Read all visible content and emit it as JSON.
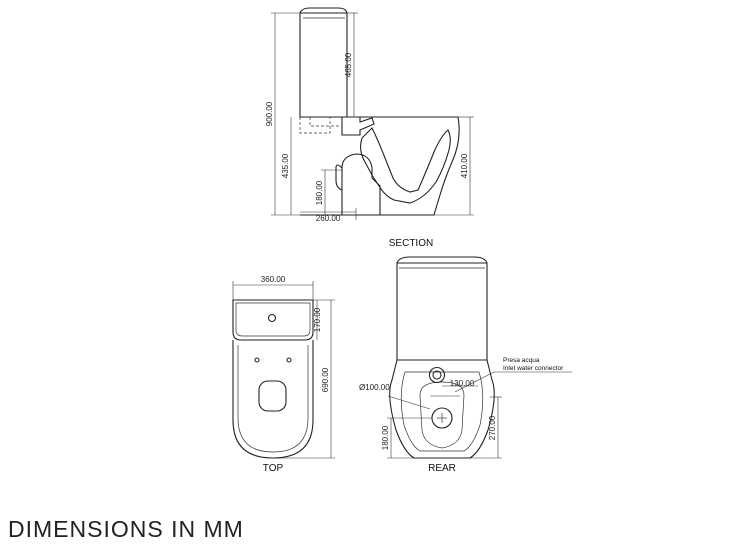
{
  "views": {
    "section": {
      "label": "SECTION"
    },
    "top": {
      "label": "TOP"
    },
    "rear": {
      "label": "REAR"
    }
  },
  "dimensions": {
    "total_height": "900.00",
    "cistern_height": "465.00",
    "bowl_height": "435.00",
    "rim_height": "410.00",
    "outlet_height": "180.00",
    "outlet_setback": "260.00",
    "width": "360.00",
    "top_depth": "170.00",
    "length": "690.00",
    "outlet_diameter": "Ø100.00",
    "inlet_offset": "130.00",
    "rear_outlet_height": "180.00",
    "inlet_height": "270.00"
  },
  "notes": {
    "inlet_line1": "Presa acqua",
    "inlet_line2": "Inlet water connector"
  },
  "footer": "DIMENSIONS IN MM"
}
